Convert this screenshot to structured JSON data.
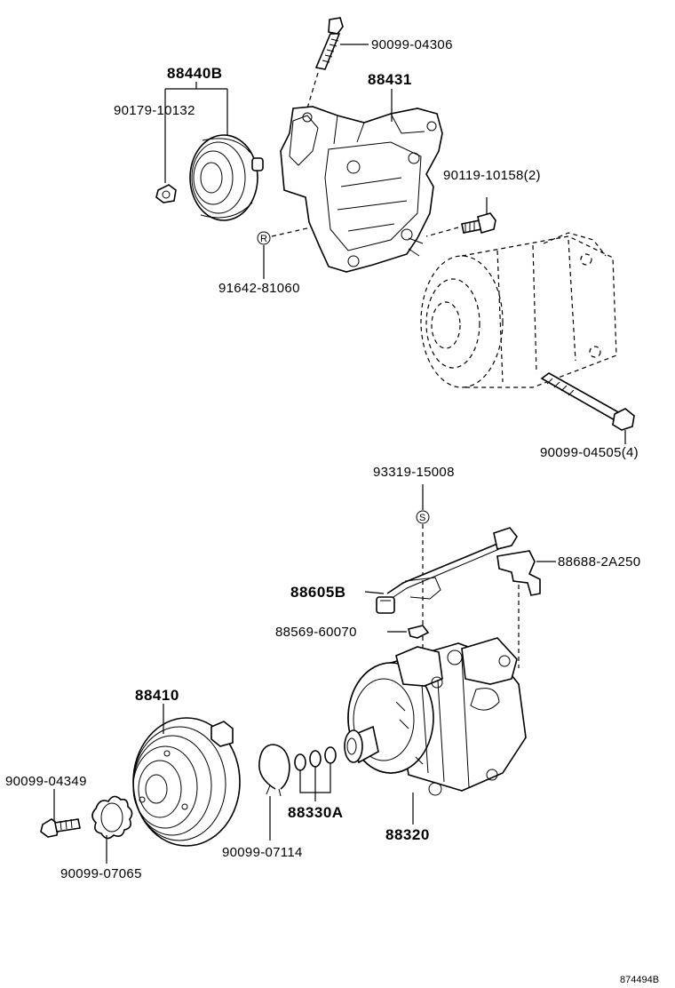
{
  "labels": {
    "bolt_top": "90099-04306",
    "pulley_assy": "88440B",
    "nut_pulley": "90179-10132",
    "bracket": "88431",
    "bracket_bolt": "90119-10158(2)",
    "stud_r": "91642-81060",
    "comp_bolt": "90099-04505(4)",
    "screw_s": "93319-15008",
    "thermistor": "88605B",
    "clamp": "88688-2A250",
    "clip": "88569-60070",
    "clutch": "88410",
    "bolt_clutch": "90099-04349",
    "shim_small": "90099-07065",
    "snap_ring": "90099-07114",
    "shims": "88330A",
    "compressor": "88320",
    "marker_r": "R",
    "marker_s": "S",
    "ref_code": "874494B"
  }
}
